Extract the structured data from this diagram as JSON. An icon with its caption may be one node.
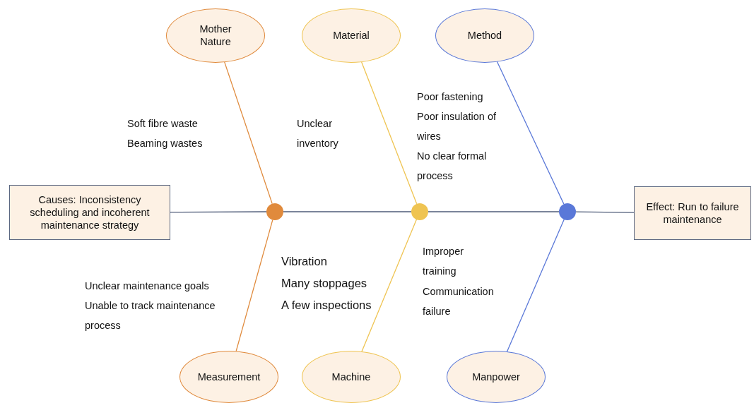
{
  "diagram": {
    "nodes": [
      {
        "text": [
          "Mother Nature"
        ]
      },
      {
        "text": [
          "Material"
        ]
      },
      {
        "text": [
          "Method"
        ]
      },
      {
        "text": [
          "Causes: Inconsistency scheduling and incoherent maintenance strategy"
        ]
      },
      {
        "text": [],
        "shape": "circle"
      },
      {
        "text": [],
        "shape": "circle"
      },
      {
        "text": [],
        "shape": "circle"
      },
      {
        "text": [
          "Effect: Run to failure maintenance"
        ]
      },
      {
        "text": [
          "Measurement"
        ]
      },
      {
        "text": [
          "Machine"
        ]
      },
      {
        "text": [
          "Manpower"
        ]
      }
    ],
    "edges": [
      {
        "from": 3,
        "to": 4,
        "arrow": "none"
      },
      {
        "from": 4,
        "to": 5,
        "arrow": "none"
      },
      {
        "from": 5,
        "to": 6,
        "arrow": "none"
      },
      {
        "from": 6,
        "to": 7,
        "arrow": "none"
      },
      {
        "from": 0,
        "to": 4,
        "arrow": "none",
        "color": "#e08a3c"
      },
      {
        "from": 8,
        "to": 4,
        "arrow": "none",
        "color": "#e08a3c"
      },
      {
        "from": 1,
        "to": 5,
        "arrow": "none",
        "color": "#efc452"
      },
      {
        "from": 9,
        "to": 5,
        "arrow": "none",
        "color": "#efc452"
      },
      {
        "from": 2,
        "to": 6,
        "arrow": "none",
        "color": "#5a78d8"
      },
      {
        "from": 10,
        "to": 6,
        "arrow": "none",
        "color": "#5a78d8"
      }
    ],
    "labels": [
      "Soft fibre waste",
      "Beaming wastes",
      "Unclear inventory",
      "Poor fastening",
      "Poor insulation of wires",
      "No clear formal process",
      "Vibration",
      "Many stoppages",
      "A few inspections",
      "Improper training",
      "Communication failure",
      "Unclear maintenance goals",
      "Unable to track maintenance process"
    ]
  }
}
